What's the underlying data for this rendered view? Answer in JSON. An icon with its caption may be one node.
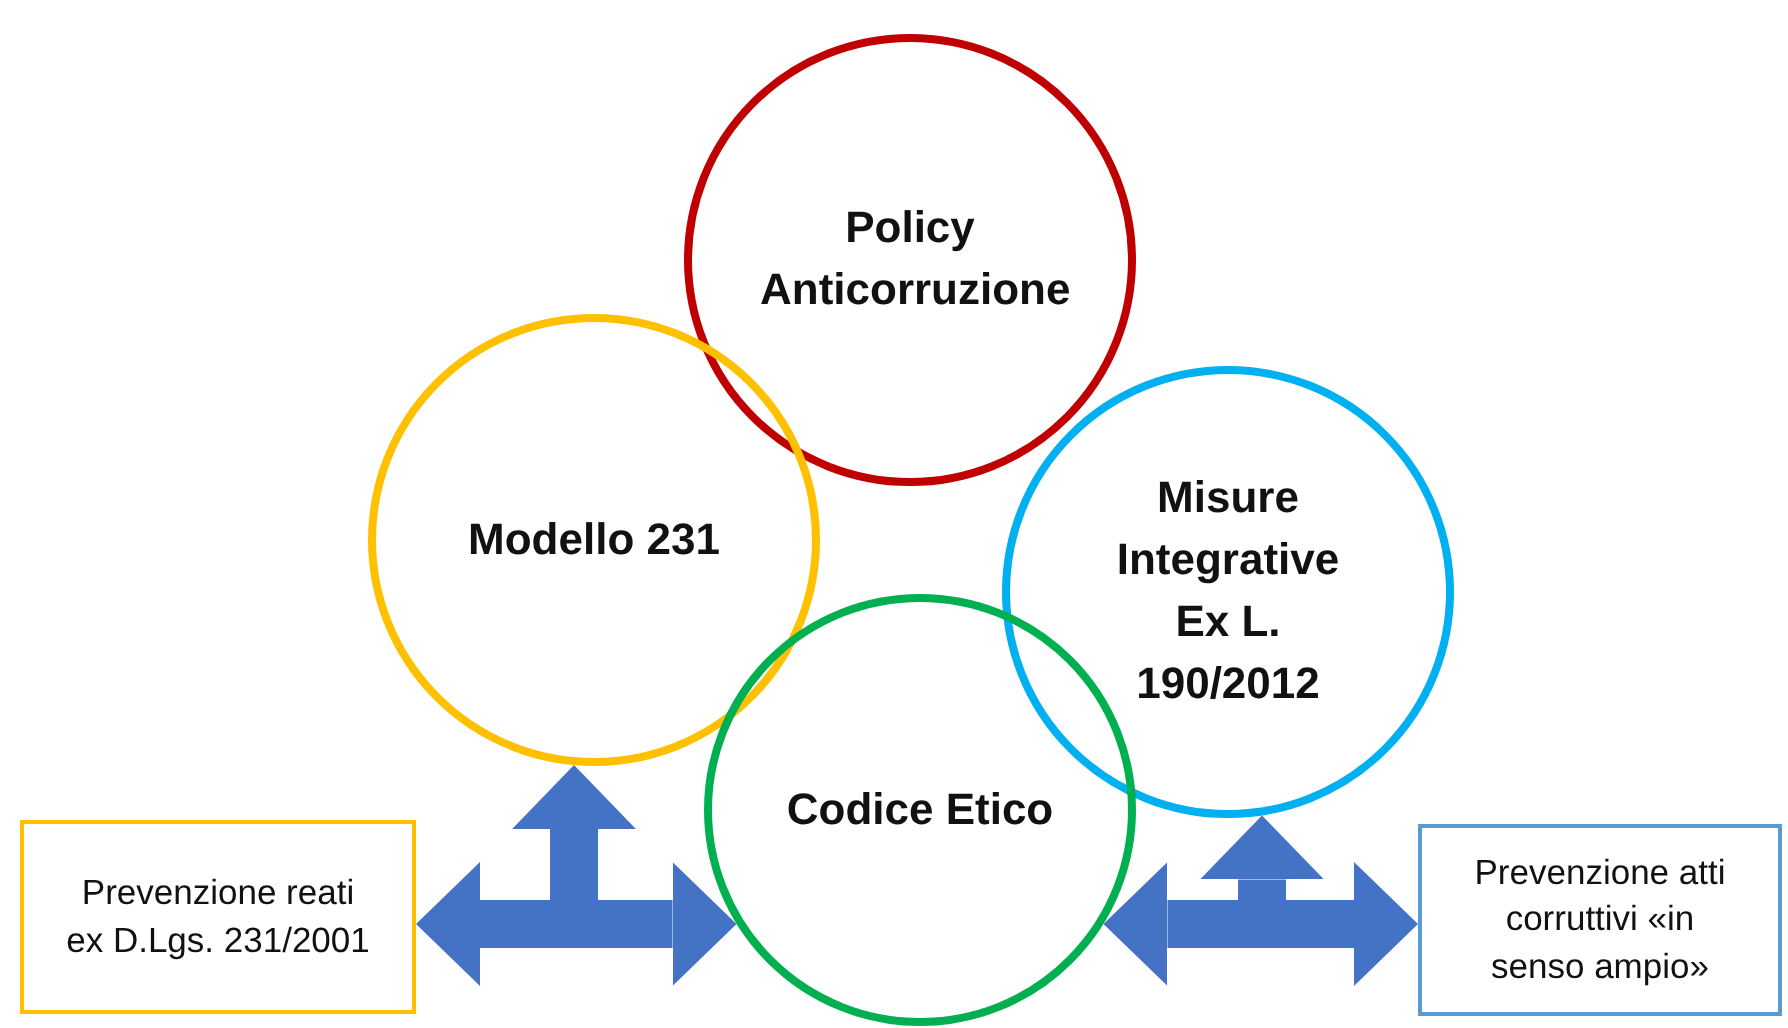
{
  "diagram": {
    "nodes": [
      {
        "text": [
          "Policy Anticorruzione"
        ]
      },
      {
        "text": [
          "Modello 231"
        ]
      },
      {
        "text": [
          "Misure Integrative Ex L. 190/2012"
        ]
      },
      {
        "text": [
          "Codice Etico"
        ]
      },
      {
        "text": [
          "Prevenzione reati ex D.Lgs. 231/2001"
        ]
      },
      {
        "text": [
          "Prevenzione atti corruttivi «in senso ampio»"
        ]
      }
    ],
    "edges": [
      {
        "from": null,
        "to": 1,
        "arrow": "to"
      },
      {
        "from": null,
        "to": 4,
        "arrow": "to"
      },
      {
        "from": null,
        "to": 3,
        "arrow": "to"
      },
      {
        "from": null,
        "to": 2,
        "arrow": "to"
      },
      {
        "from": null,
        "to": 3,
        "arrow": "to"
      },
      {
        "from": null,
        "to": 5,
        "arrow": "to"
      }
    ]
  }
}
